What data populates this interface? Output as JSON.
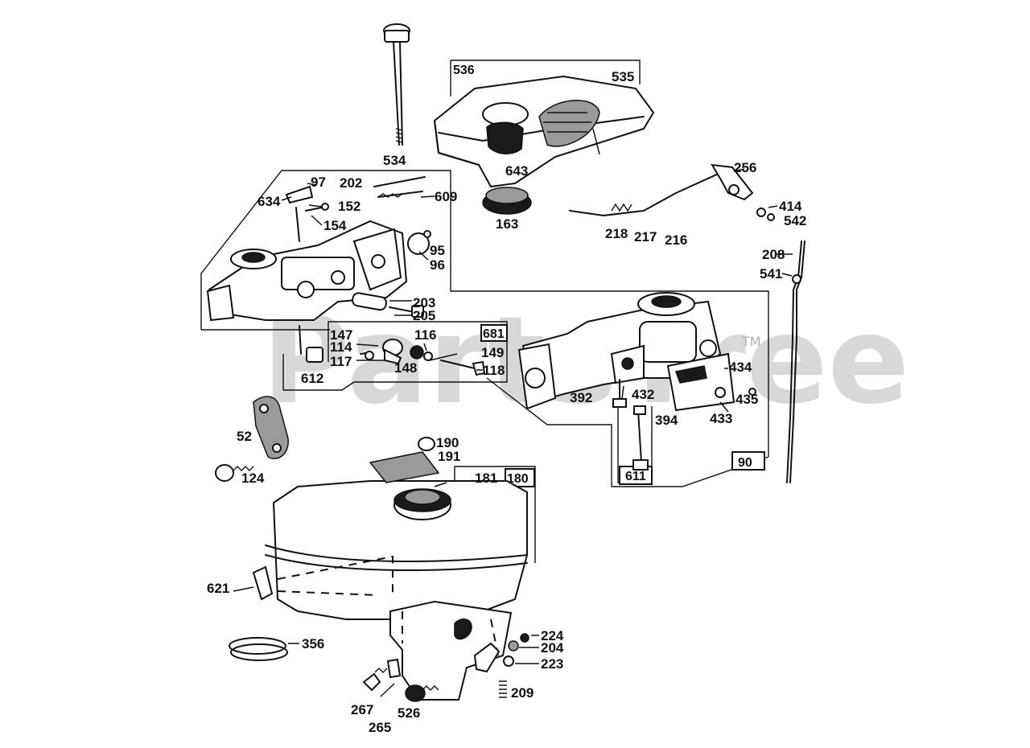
{
  "watermark": {
    "text": "PartsTree",
    "tm": "TM"
  },
  "labels": {
    "l534": "534",
    "l536": "536",
    "l535": "535",
    "l643": "643",
    "l163": "163",
    "l256": "256",
    "l414": "414",
    "l542": "542",
    "l218": "218",
    "l217": "217",
    "l216": "216",
    "l208": "208",
    "l541": "541",
    "l202": "202",
    "l97": "97",
    "l634": "634",
    "l152": "152",
    "l609": "609",
    "l154": "154",
    "l95": "95",
    "l96": "96",
    "l203": "203",
    "l205": "205",
    "l612": "612",
    "l147": "147",
    "l114": "114",
    "l117": "117",
    "l116": "116",
    "l681": "681",
    "l149": "149",
    "l148": "148",
    "l118": "118",
    "l434": "434",
    "l392": "392",
    "l432": "432",
    "l435": "435",
    "l394": "394",
    "l433": "433",
    "l90": "90",
    "l611": "611",
    "l52": "52",
    "l124": "124",
    "l190": "190",
    "l191": "191",
    "l181": "181",
    "l180": "180",
    "l621": "621",
    "l356": "356",
    "l224": "224",
    "l204": "204",
    "l223": "223",
    "l209": "209",
    "l267": "267",
    "l265": "265",
    "l526": "526"
  }
}
